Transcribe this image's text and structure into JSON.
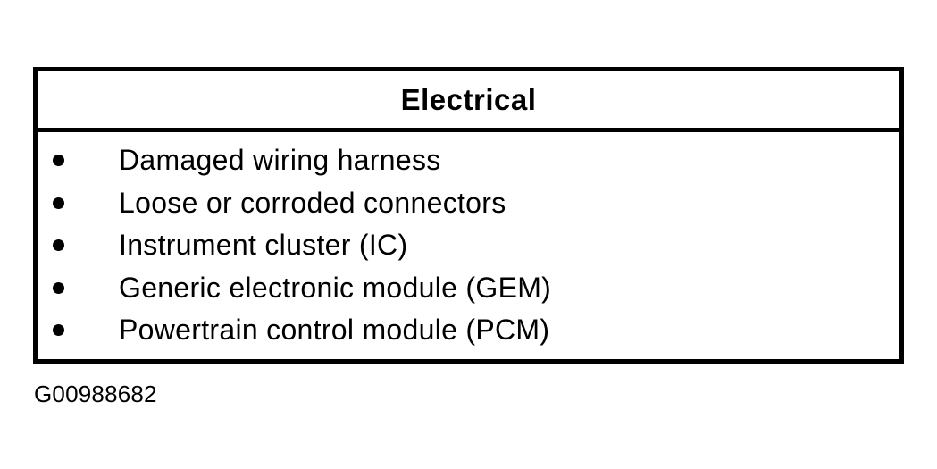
{
  "table": {
    "title": "Electrical",
    "items": [
      "Damaged wiring harness",
      "Loose or corroded connectors",
      "Instrument cluster (IC)",
      "Generic electronic module (GEM)",
      "Powertrain control module (PCM)"
    ]
  },
  "figure_id": "G00988682",
  "colors": {
    "ink": "#000000",
    "background": "#ffffff"
  }
}
